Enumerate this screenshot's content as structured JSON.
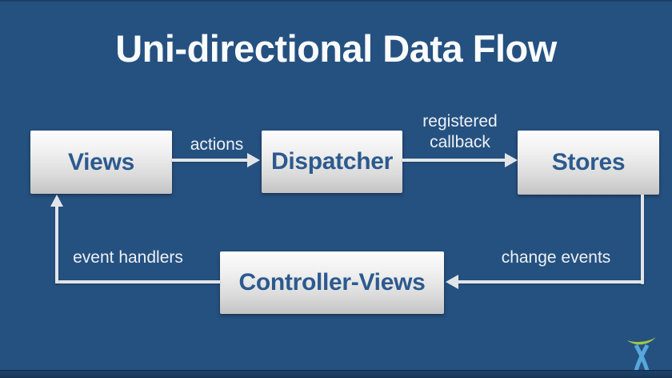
{
  "slide": {
    "title": "Uni-directional Data Flow"
  },
  "diagram": {
    "nodes": [
      {
        "id": "views",
        "label": "Views"
      },
      {
        "id": "dispatcher",
        "label": "Dispatcher"
      },
      {
        "id": "stores",
        "label": "Stores"
      },
      {
        "id": "controller_views",
        "label": "Controller-Views"
      }
    ],
    "edges": [
      {
        "from": "views",
        "to": "dispatcher",
        "label": "actions"
      },
      {
        "from": "dispatcher",
        "to": "stores",
        "label": "registered callback"
      },
      {
        "from": "stores",
        "to": "controller_views",
        "label": "change events"
      },
      {
        "from": "controller_views",
        "to": "views",
        "label": "event handlers"
      }
    ]
  },
  "branding": {
    "logo": "atlassian-logo"
  },
  "colors": {
    "background": "#255180",
    "footer_strip": "#1d4269",
    "box_text": "#2c5a8f",
    "label_text": "#edf1f5",
    "arrow": "#e2e5e8",
    "logo_blue": "#56a7db",
    "logo_green": "#a3c644"
  }
}
